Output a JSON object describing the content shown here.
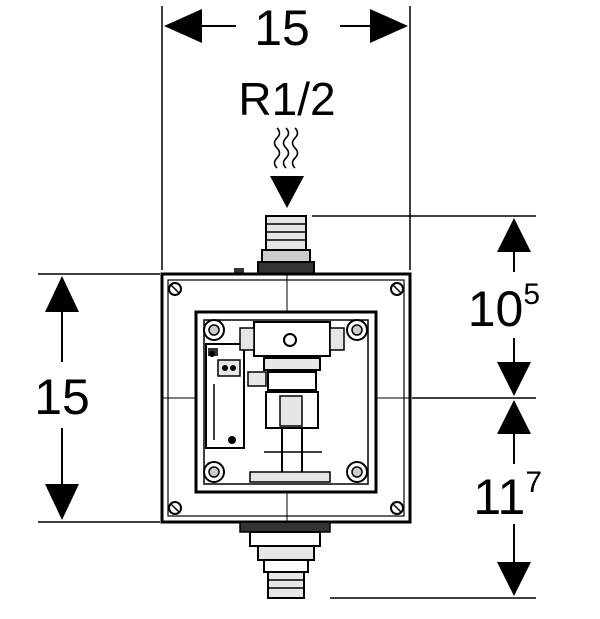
{
  "dimensions": {
    "top_width": "15",
    "left_height": "15",
    "right_upper_main": "10",
    "right_upper_sup": "5",
    "right_lower_main": "11",
    "right_lower_sup": "7"
  },
  "connection": {
    "label": "R1/2"
  },
  "colors": {
    "line": "#000000",
    "background": "#ffffff",
    "part_fill": "#e6e6e6",
    "dark_fill": "#333333"
  }
}
